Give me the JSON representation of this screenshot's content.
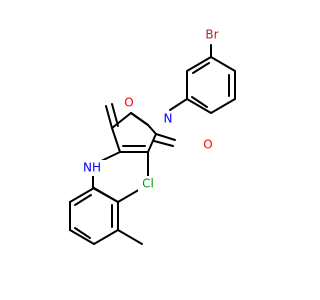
{
  "molecule": {
    "atoms": {
      "br": {
        "label": "Br",
        "color": "#a52a2a"
      },
      "n_imide": {
        "label": "N",
        "color": "#0000ff"
      },
      "o_top": {
        "label": "O",
        "color": "#ff0000"
      },
      "o_right": {
        "label": "O",
        "color": "#ff0000"
      },
      "nh": {
        "label": "NH",
        "color": "#0000ff"
      },
      "cl": {
        "label": "Cl",
        "color": "#00a000"
      }
    },
    "bond_color": "#000000"
  }
}
